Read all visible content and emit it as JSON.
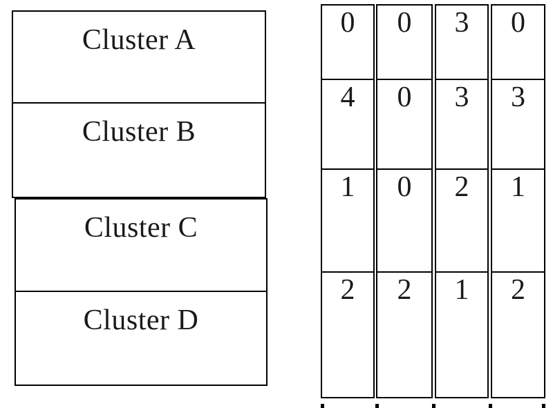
{
  "clusters": {
    "labels": [
      "Cluster A",
      "Cluster B",
      "Cluster C",
      "Cluster D"
    ]
  },
  "matrix": {
    "columns": 4,
    "rows": [
      [
        "0",
        "0",
        "3",
        "0"
      ],
      [
        "4",
        "0",
        "3",
        "3"
      ],
      [
        "1",
        "0",
        "2",
        "1"
      ],
      [
        "2",
        "2",
        "1",
        "2"
      ]
    ]
  },
  "colors": {
    "line": "#000000",
    "background": "#ffffff",
    "text": "#1a1a1a"
  }
}
